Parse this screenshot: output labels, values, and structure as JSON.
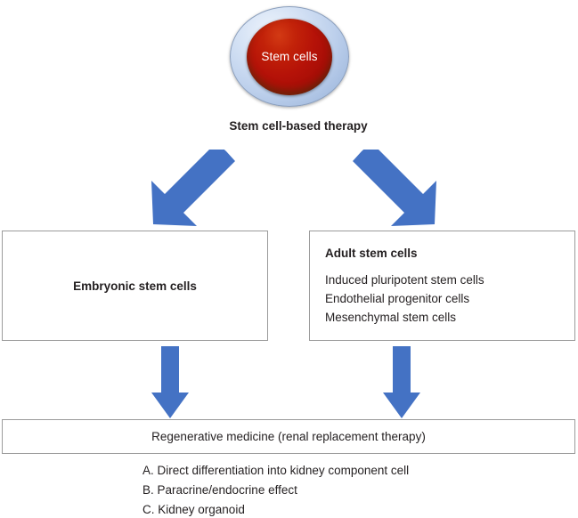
{
  "diagram": {
    "title": "Stem cell-based therapy flow diagram",
    "accent_color": "#4472C4",
    "box_border_color": "#9b9b9b",
    "cell_ring_color": "#bdd0ec",
    "cell_core_color": "#b51208",
    "text_color": "#231f20"
  },
  "source_node": {
    "circle_label": "Stem cells",
    "caption": "Stem cell-based therapy"
  },
  "branch_arrows": [
    {
      "name": "arrow-to-embryonic",
      "direction": "down-left"
    },
    {
      "name": "arrow-to-adult",
      "direction": "down-right"
    }
  ],
  "branches": [
    {
      "id": "embryonic",
      "title": "Embryonic stem cells",
      "items": []
    },
    {
      "id": "adult",
      "title": "Adult stem cells",
      "items": [
        "Induced pluripotent stem cells",
        "Endothelial progenitor cells",
        "Mesenchymal stem cells"
      ]
    }
  ],
  "converge_arrows": [
    {
      "name": "arrow-embryonic-to-outcome",
      "direction": "down"
    },
    {
      "name": "arrow-adult-to-outcome",
      "direction": "down"
    }
  ],
  "outcome": {
    "label": "Regenerative medicine (renal replacement therapy)",
    "items": [
      "A. Direct differentiation into kidney component cell",
      "B. Paracrine/endocrine effect",
      "C. Kidney organoid"
    ]
  }
}
